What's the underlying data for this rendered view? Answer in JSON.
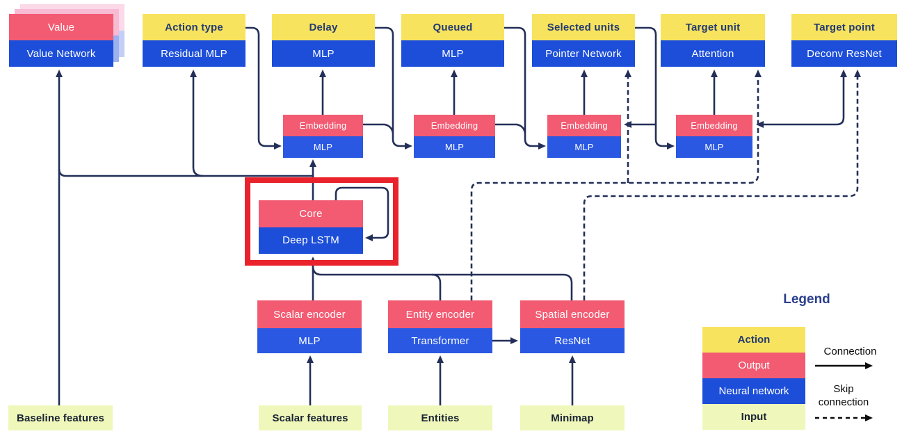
{
  "diagram": {
    "value_head": {
      "output": "Value",
      "network": "Value Network"
    },
    "action_heads": [
      {
        "action": "Action type",
        "network": "Residual MLP"
      },
      {
        "action": "Delay",
        "network": "MLP"
      },
      {
        "action": "Queued",
        "network": "MLP"
      },
      {
        "action": "Selected units",
        "network": "Pointer Network"
      },
      {
        "action": "Target unit",
        "network": "Attention"
      },
      {
        "action": "Target point",
        "network": "Deconv ResNet"
      }
    ],
    "embeddings": [
      {
        "output": "Embedding",
        "network": "MLP"
      },
      {
        "output": "Embedding",
        "network": "MLP"
      },
      {
        "output": "Embedding",
        "network": "MLP"
      },
      {
        "output": "Embedding",
        "network": "MLP"
      }
    ],
    "core": {
      "output": "Core",
      "network": "Deep LSTM"
    },
    "encoders": [
      {
        "output": "Scalar encoder",
        "network": "MLP"
      },
      {
        "output": "Entity encoder",
        "network": "Transformer"
      },
      {
        "output": "Spatial encoder",
        "network": "ResNet"
      }
    ],
    "inputs": [
      "Baseline features",
      "Scalar features",
      "Entities",
      "Minimap"
    ]
  },
  "legend": {
    "title": "Legend",
    "items": [
      {
        "label": "Action",
        "type": "action"
      },
      {
        "label": "Output",
        "type": "output"
      },
      {
        "label": "Neural network",
        "type": "network"
      },
      {
        "label": "Input",
        "type": "input"
      }
    ],
    "connection_label": "Connection",
    "skip_connection_label": "Skip connection"
  },
  "colors": {
    "action_yellow": "#F8E35E",
    "output_pink": "#F25B72",
    "network_blue": "#1C4ED9",
    "embed_blue": "#2A58E2",
    "input_green": "#EFF7BB",
    "line_navy": "#232F58",
    "text_navy": "#233B73",
    "highlight_red": "#E9222C",
    "shadow_pink_near": "#F8BBD4",
    "shadow_blue_near": "#9DB1EF",
    "shadow_pink_far": "#FBD9E8",
    "shadow_blue_far": "#C3CFF6"
  }
}
